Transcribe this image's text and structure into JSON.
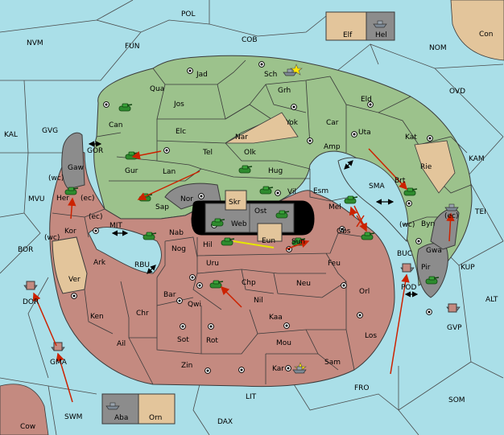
{
  "colors": {
    "sea": "#aadfe8",
    "green_power": "#9cc28c",
    "red_power": "#c48a80",
    "neutral": "#e3c59b",
    "grey_power": "#8c8c8c",
    "order_arrow": "#cc2200",
    "support_arrow": "#e6e600",
    "border": "#3a3a3a"
  },
  "icons": {
    "army": "green-tank-icon",
    "fleet": "grey-ship-icon",
    "supply_center": "supply-dot-icon",
    "capital": "yellow-star-icon",
    "convoy_route": "double-arrow-icon"
  },
  "regions": {
    "sea": [
      "POL",
      "NVM",
      "FUN",
      "COB",
      "NOM",
      "Con",
      "OVD",
      "KAL",
      "GVG",
      "GOR",
      "KAM",
      "SMA",
      "TEI",
      "MIT",
      "MVU",
      "BOR",
      "RBU",
      "BUC",
      "KUP",
      "ALT",
      "GVP",
      "LIT",
      "FRO",
      "SOM",
      "SWM",
      "DAX",
      "Cow"
    ],
    "green": [
      "Jad",
      "Sch",
      "Qua",
      "Grh",
      "Jos",
      "Eld",
      "Can",
      "Yok",
      "Car",
      "Elc",
      "Nar",
      "Uta",
      "Kat",
      "Tel",
      "Olk",
      "Amp",
      "Gur",
      "Lan",
      "Hug",
      "Rie",
      "Brt",
      "Vil",
      "Esm",
      "Sap",
      "Mel",
      "Byn"
    ],
    "grey": [
      "Gaw",
      "Nor",
      "Skr",
      "Ost",
      "Web",
      "Gwa",
      "Pir"
    ],
    "neutral": [
      "Elf",
      "Ver",
      "Orn",
      "Eun"
    ],
    "red": [
      "Hel",
      "Her",
      "Kor",
      "Nab",
      "Ark",
      "Nog",
      "Hil",
      "Sun",
      "Obs",
      "Uru",
      "Feu",
      "Chp",
      "Neu",
      "Bar",
      "Qwi",
      "Orl",
      "Nil",
      "Ken",
      "Chr",
      "Kaa",
      "Ail",
      "Sot",
      "Rot",
      "Mou",
      "Los",
      "Zin",
      "Kar",
      "Sam",
      "Aba",
      "DOR",
      "GMA",
      "POD"
    ]
  },
  "coast_labels": [
    "(wc)",
    "(ec)",
    "(ec)",
    "(wc)",
    "(wc)",
    "(ec)"
  ]
}
